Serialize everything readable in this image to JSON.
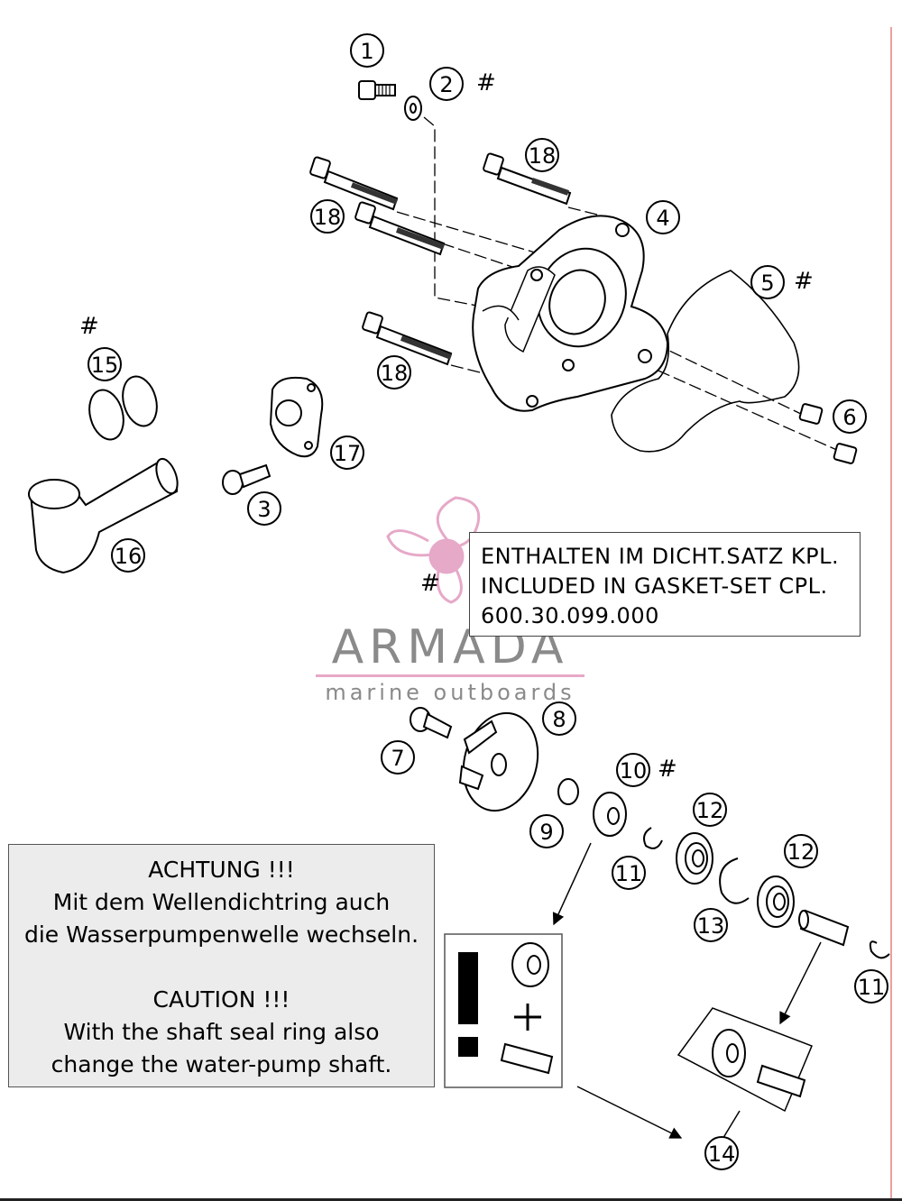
{
  "parts": [
    {
      "id": "p1",
      "number": "1",
      "hash": false
    },
    {
      "id": "p2",
      "number": "2",
      "hash": true
    },
    {
      "id": "p3",
      "number": "3",
      "hash": false
    },
    {
      "id": "p4",
      "number": "4",
      "hash": false
    },
    {
      "id": "p5",
      "number": "5",
      "hash": true
    },
    {
      "id": "p6",
      "number": "6",
      "hash": false
    },
    {
      "id": "p7",
      "number": "7",
      "hash": false
    },
    {
      "id": "p8",
      "number": "8",
      "hash": false
    },
    {
      "id": "p9",
      "number": "9",
      "hash": false
    },
    {
      "id": "p10",
      "number": "10",
      "hash": true
    },
    {
      "id": "p11a",
      "number": "11",
      "hash": false
    },
    {
      "id": "p11b",
      "number": "11",
      "hash": false
    },
    {
      "id": "p12a",
      "number": "12",
      "hash": false
    },
    {
      "id": "p12b",
      "number": "12",
      "hash": false
    },
    {
      "id": "p13",
      "number": "13",
      "hash": false
    },
    {
      "id": "p14",
      "number": "14",
      "hash": false
    },
    {
      "id": "p15",
      "number": "15",
      "hash": true
    },
    {
      "id": "p16",
      "number": "16",
      "hash": false
    },
    {
      "id": "p17",
      "number": "17",
      "hash": false
    },
    {
      "id": "p18a",
      "number": "18",
      "hash": false
    },
    {
      "id": "p18b",
      "number": "18",
      "hash": false
    },
    {
      "id": "p18c",
      "number": "18",
      "hash": false
    }
  ],
  "hash_symbol": "#",
  "gasket_note": {
    "symbol": "#",
    "line1": "ENTHALTEN IM DICHT.SATZ KPL.",
    "line2": "INCLUDED IN GASKET-SET CPL.",
    "line3": "600.30.099.000"
  },
  "caution": {
    "de_title": "ACHTUNG !!!",
    "de_line1": "Mit dem Wellendichtring auch",
    "de_line2": "die Wasserpumpenwelle wechseln.",
    "en_title": "CAUTION !!!",
    "en_line1": "With the shaft seal ring also",
    "en_line2": "change the water-pump shaft."
  },
  "warning_box": {
    "exclamation": "!",
    "plus": "+"
  },
  "watermark": {
    "name": "ARMADA",
    "tagline": "marine outboards",
    "icon": "propeller-logo-icon",
    "accent_color": "#e6a9c8"
  }
}
